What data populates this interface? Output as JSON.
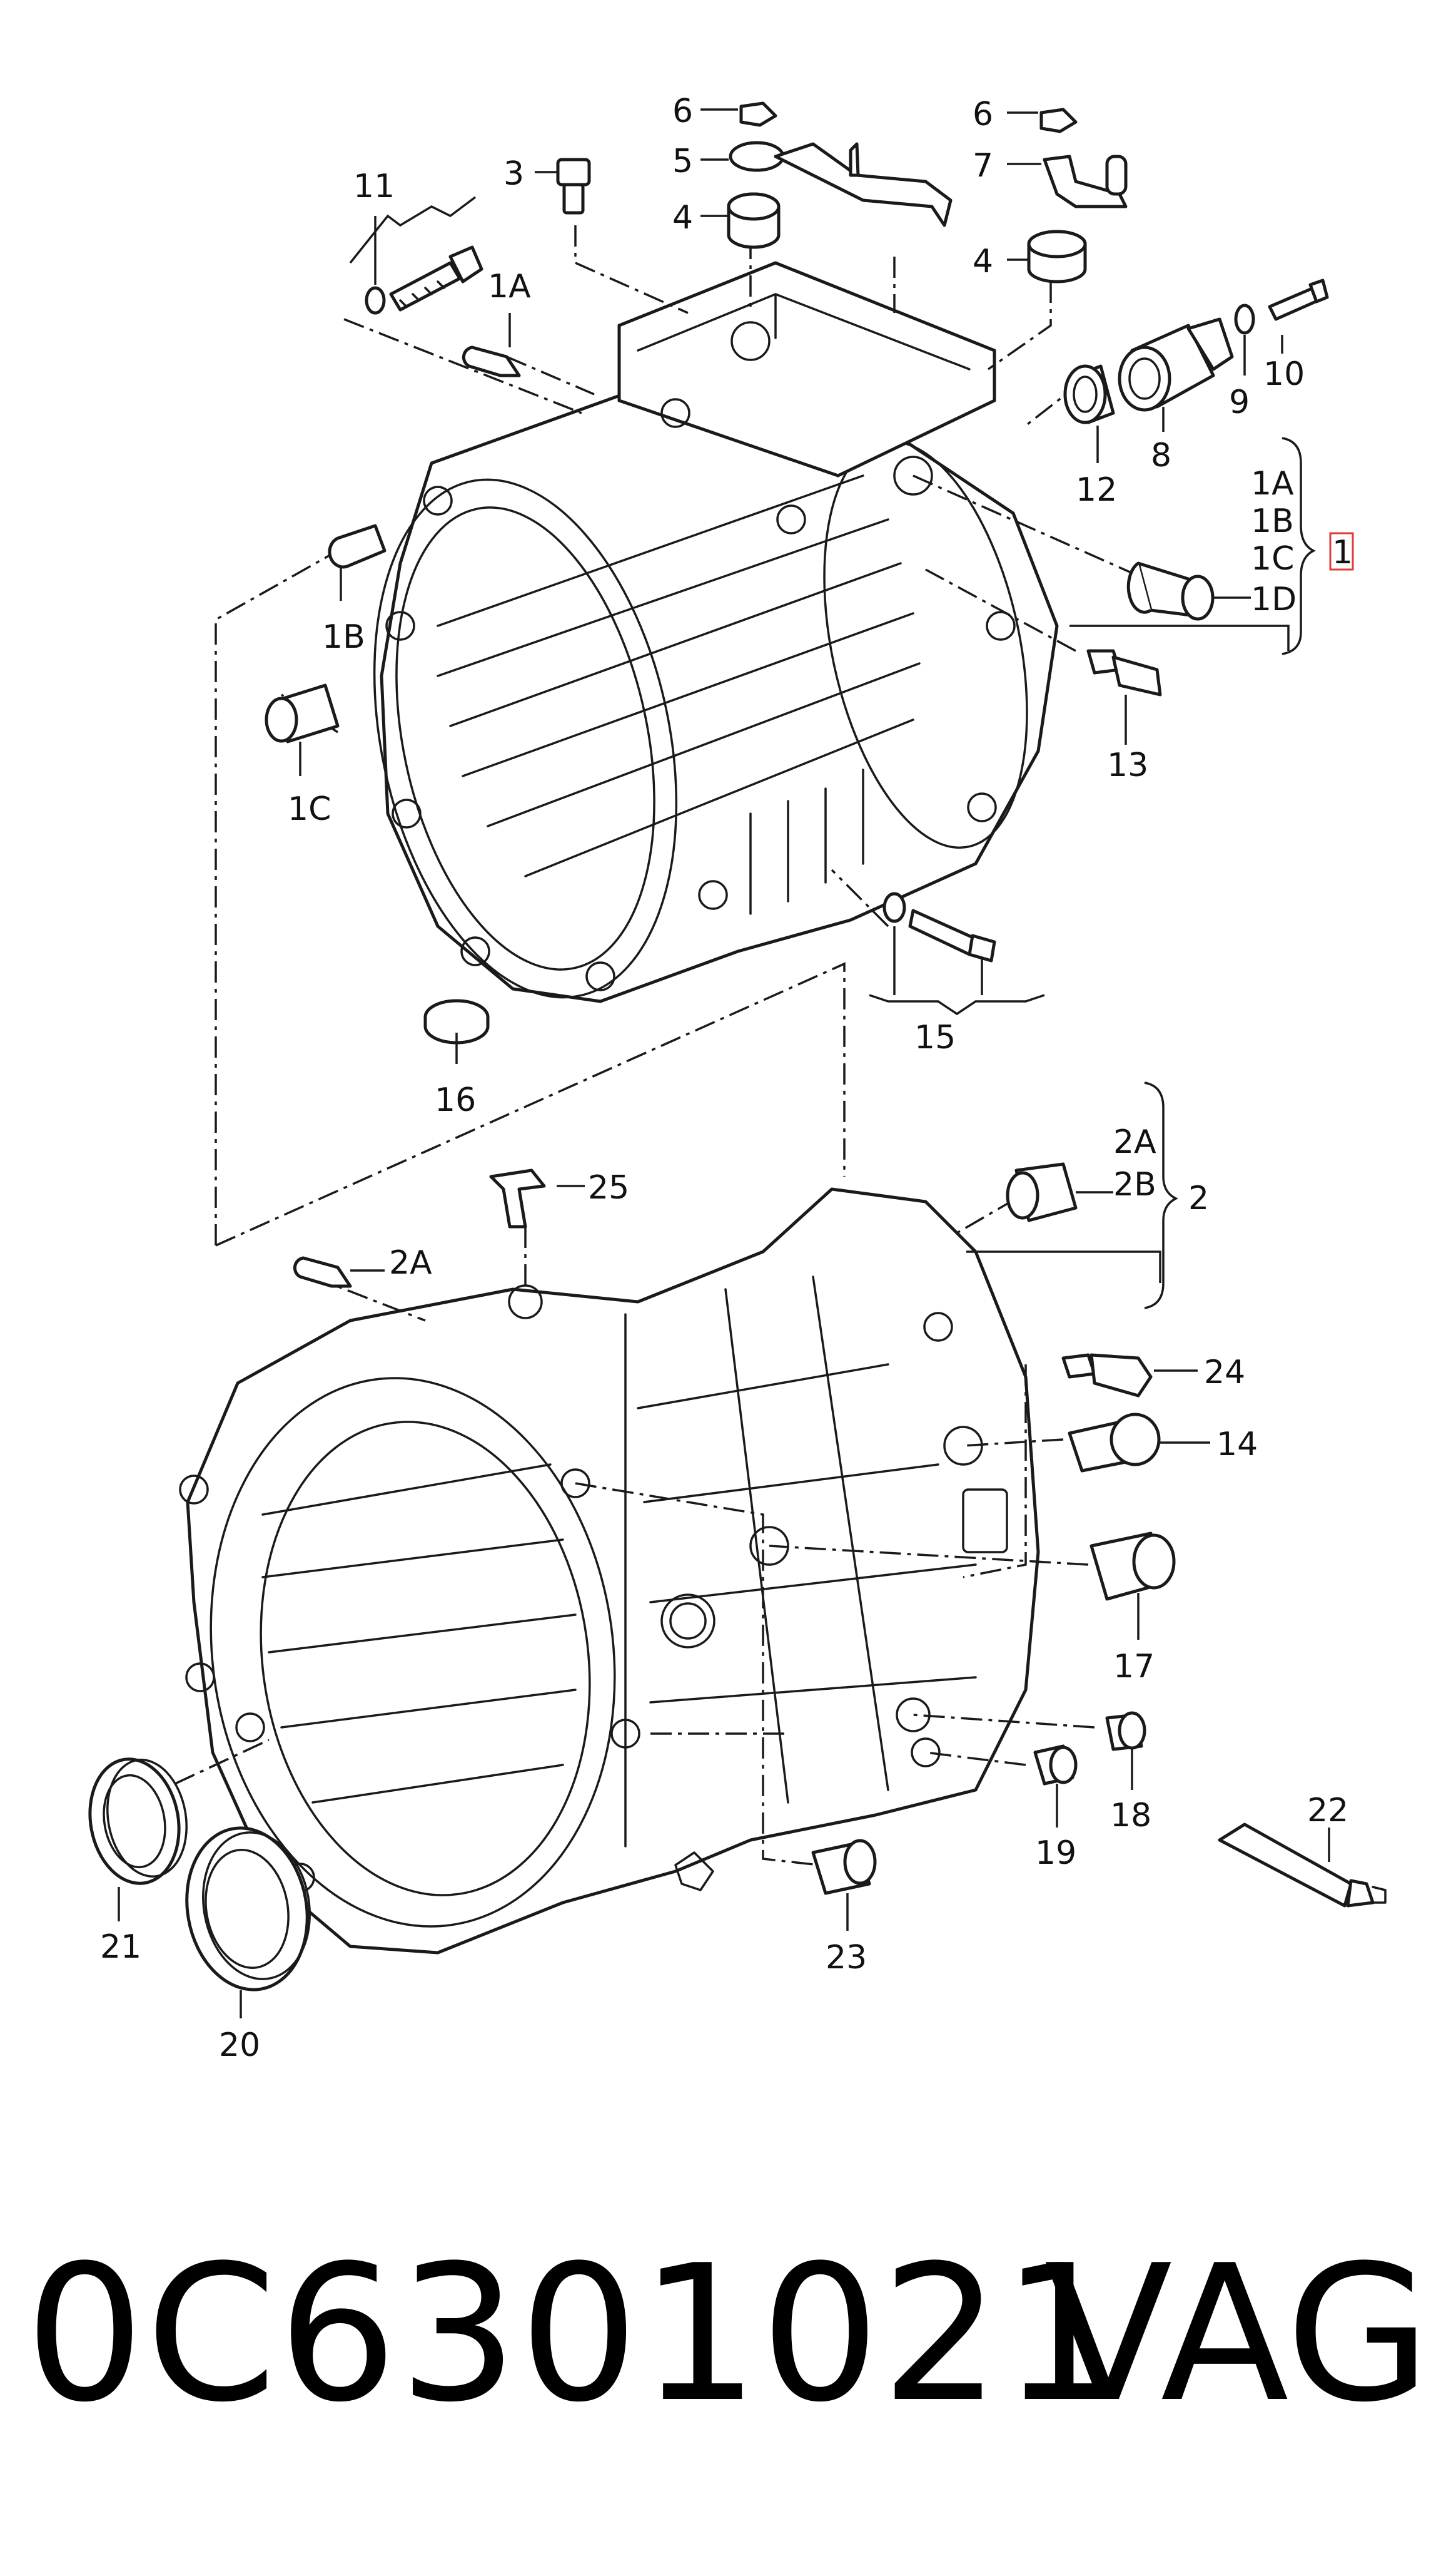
{
  "callouts": {
    "c1": "1",
    "c1A": "1A",
    "c1B": "1B",
    "c1C": "1C",
    "c1D": "1D",
    "c2": "2",
    "c2A": "2A",
    "c2B": "2B",
    "c3": "3",
    "c4": "4",
    "c5": "5",
    "c6": "6",
    "c7": "7",
    "c8": "8",
    "c9": "9",
    "c10": "10",
    "c11": "11",
    "c12": "12",
    "c13": "13",
    "c14": "14",
    "c15": "15",
    "c16": "16",
    "c17": "17",
    "c18": "18",
    "c19": "19",
    "c20": "20",
    "c21": "21",
    "c22": "22",
    "c23": "23",
    "c24": "24",
    "c25": "25"
  },
  "footer": {
    "part_number": "0C6301021",
    "brand": "VAG"
  },
  "colors": {
    "line": "#1a1a1a",
    "highlight_box": "#e03a3a",
    "background": "#ffffff"
  }
}
